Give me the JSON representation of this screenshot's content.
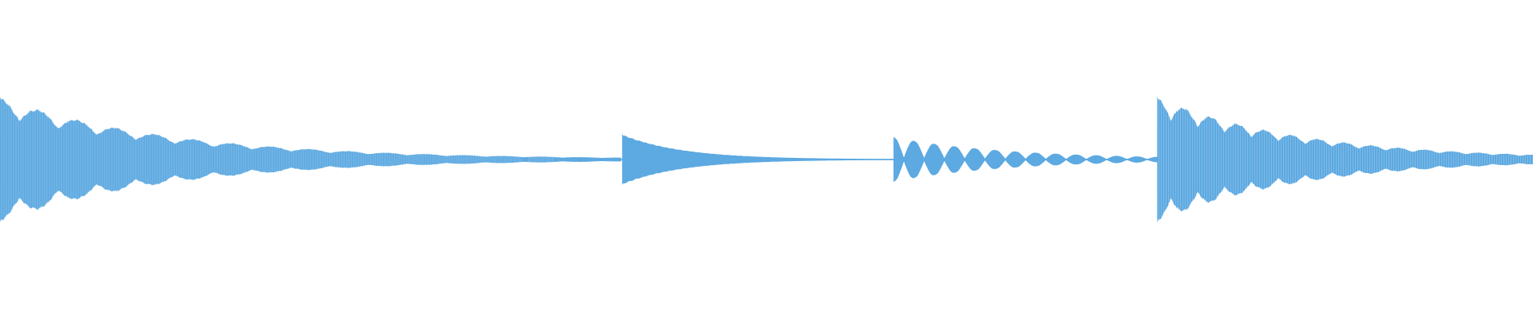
{
  "waveform": {
    "color": "#5DA9E1",
    "background": "#ffffff",
    "baseline_amplitude": 0.006,
    "clips": [
      {
        "id": "clip-1",
        "start": 0.0,
        "end": 0.405,
        "peak": 1.0,
        "decay": 3.6,
        "envelope": "tremolo-decay",
        "ripple_cycles": 16,
        "ripple_depth": 0.3
      },
      {
        "id": "clip-2",
        "start": 0.406,
        "end": 0.583,
        "peak": 0.4,
        "decay": 4.5,
        "envelope": "smooth-decay"
      },
      {
        "id": "clip-3",
        "start": 0.583,
        "end": 0.755,
        "peak": 0.36,
        "decay": 2.2,
        "envelope": "pulsed-decay",
        "pulse_cycles": 13,
        "pulse_depth": 0.95
      },
      {
        "id": "clip-4",
        "start": 0.755,
        "end": 1.0,
        "peak": 1.0,
        "decay": 2.6,
        "envelope": "tremolo-decay",
        "ripple_cycles": 14,
        "ripple_depth": 0.3
      }
    ]
  }
}
